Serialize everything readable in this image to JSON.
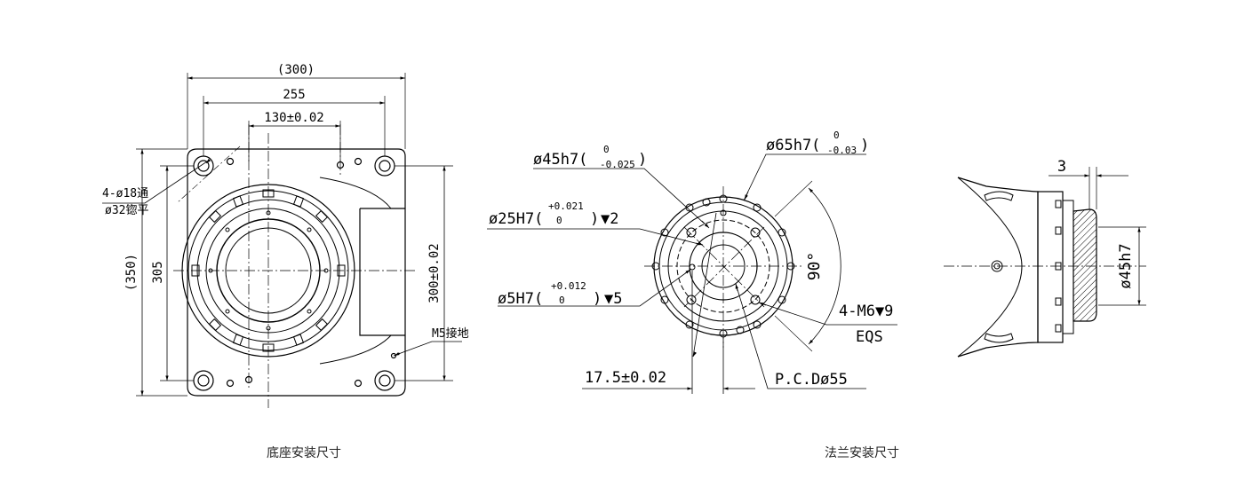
{
  "base": {
    "caption": "底座安装尺寸",
    "dim_300": "(300)",
    "dim_255": "255",
    "dim_130": "130±0.02",
    "dim_350": "(350)",
    "dim_305": "305",
    "dim_300tol": "300±0.02",
    "hole_spec_1": "4-ø18通",
    "hole_spec_2": "ø32锪平",
    "ground": "M5接地"
  },
  "flange": {
    "caption": "法兰安装尺寸",
    "d45": "ø45h7(",
    "d45_tol_top": "0",
    "d45_tol_bot": "-0.025",
    "d45_close": ")",
    "d65": "ø65h7(",
    "d65_tol_top": "0",
    "d65_tol_bot": "-0.03",
    "d65_close": ")",
    "d25": "ø25H7(",
    "d25_tol_top": "+0.021",
    "d25_tol_bot": "0",
    "d25_close": ")",
    "d25_depth": "▼2",
    "d5": "ø5H7(",
    "d5_tol_top": "+0.012",
    "d5_tol_bot": "0",
    "d5_close": ")",
    "d5_depth": "▼5",
    "angle": "90°",
    "m6": "4-M6▼9",
    "eqs": "EQS",
    "dim_175": "17.5±0.02",
    "pcd": "P.C.Dø55"
  },
  "side": {
    "dim_3": "3",
    "d45h7": "ø45h7"
  }
}
